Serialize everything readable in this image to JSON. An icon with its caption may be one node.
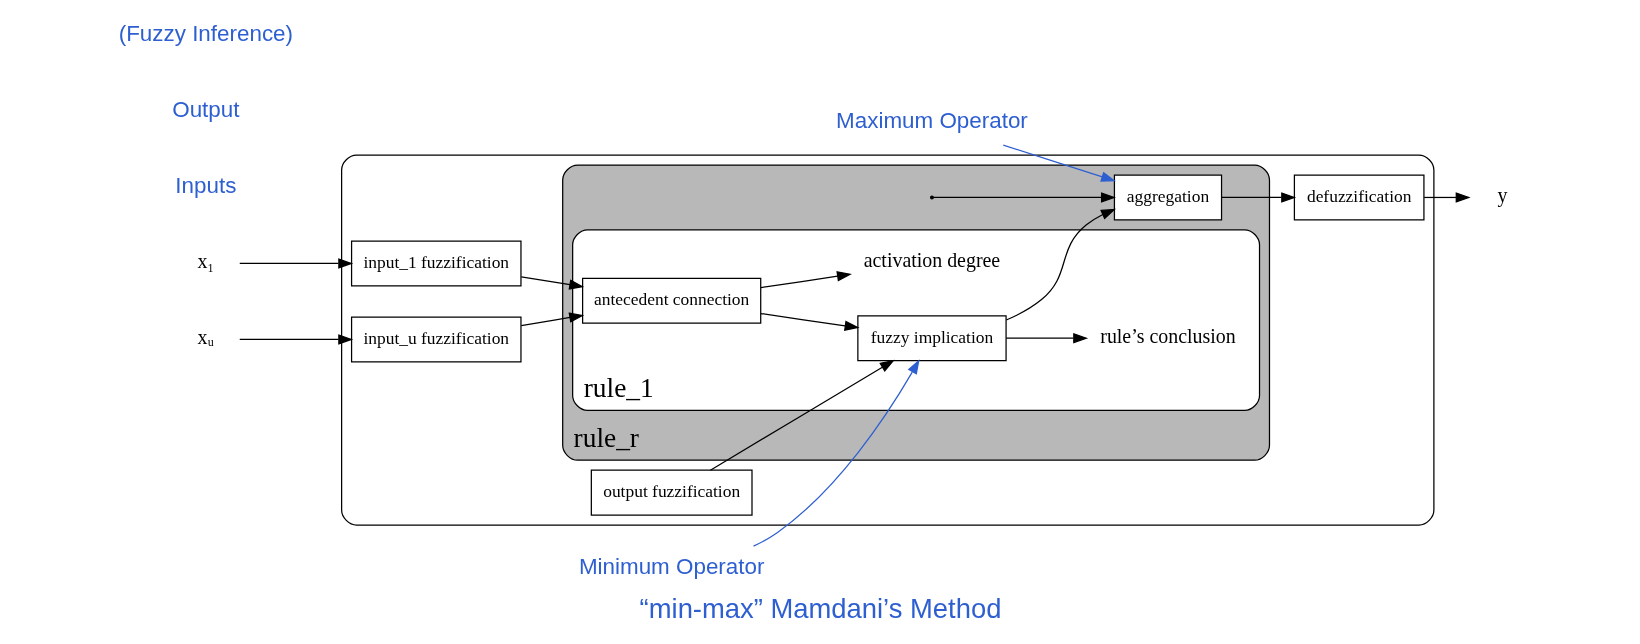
{
  "diagram": {
    "caption": "“min-max” Mamdani’s Method",
    "nodes": [
      {
        "text": [],
        "shape": "box"
      },
      {
        "text": [
          "input_1 fuzzification"
        ],
        "in": 0
      },
      {
        "text": [
          "input_u fuzzification"
        ],
        "in": 0
      },
      {
        "text": [
          "output fuzzification"
        ],
        "in": 0
      },
      {
        "text": [
          "defuzzification"
        ],
        "in": 0
      },
      {
        "text": [
          "rule_r"
        ],
        "in": 0
      },
      {
        "text": [
          "rule_1"
        ],
        "in": 5
      },
      {
        "text": [
          "antecedent connection"
        ],
        "in": 6
      },
      {
        "text": [
          "fuzzy implication"
        ],
        "in": 6
      },
      {
        "text": [
          "aggregation"
        ],
        "in": 5
      },
      {
        "text": [
          "x₁"
        ]
      },
      {
        "text": [
          "xᵤ"
        ]
      },
      {
        "text": [
          "y"
        ]
      },
      {
        "text": [
          "activation degree"
        ],
        "in": 6
      },
      {
        "text": [
          "rule’s conclusion"
        ],
        "in": 6
      },
      {
        "text": [
          "Minimum Operator"
        ]
      },
      {
        "text": [
          "Maximum Operator"
        ]
      }
    ],
    "edges": [
      {
        "from": 10,
        "to": 1,
        "arrow": "to"
      },
      {
        "from": 11,
        "to": 2,
        "arrow": "to"
      },
      {
        "from": 1,
        "to": 7,
        "arrow": "to"
      },
      {
        "from": 2,
        "to": 7,
        "arrow": "to"
      },
      {
        "from": 7,
        "to": 8,
        "arrow": "to"
      },
      {
        "from": 3,
        "to": 8,
        "arrow": "to"
      },
      {
        "from": 8,
        "to": 9,
        "arrow": "to"
      },
      {
        "from": null,
        "to": 9,
        "arrow": "to"
      },
      {
        "from": 9,
        "to": 4,
        "arrow": "to"
      },
      {
        "from": 4,
        "to": 12,
        "arrow": "to"
      },
      {
        "from": 7,
        "to": 13,
        "arrow": "to"
      },
      {
        "from": 8,
        "to": 14,
        "arrow": "to"
      },
      {
        "from": 15,
        "to": 8,
        "arrow": "to",
        "color": "#2e5fd0"
      },
      {
        "from": 16,
        "to": 9,
        "arrow": "to",
        "color": "#2e5fd0"
      }
    ],
    "labels": [
      "Inputs",
      "Output",
      "(Fuzzy Inference)"
    ]
  }
}
